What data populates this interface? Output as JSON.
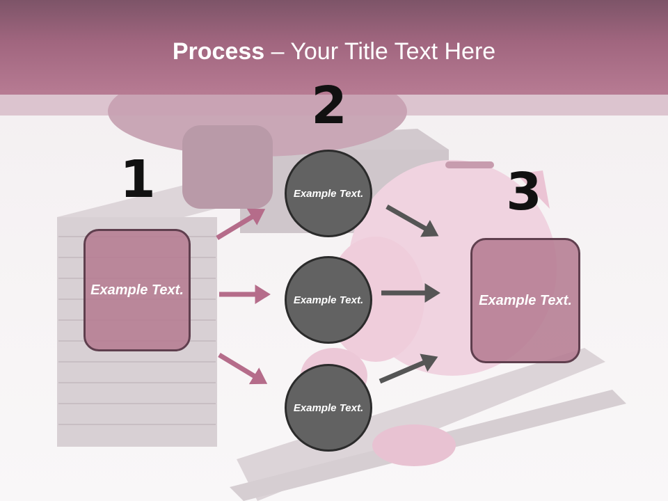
{
  "title": {
    "bold": "Process",
    "rest": " – Your Title Text Here"
  },
  "steps": [
    {
      "number": "1",
      "text": "Example Text."
    },
    {
      "number": "2",
      "items": [
        "Example Text.",
        "Example Text.",
        "Example Text."
      ]
    },
    {
      "number": "3",
      "text": "Example Text."
    }
  ],
  "colors": {
    "banner": "#a1667f",
    "box_fill": "#b57c92",
    "circle_fill": "#626262",
    "arrow_pink": "#b56c8a",
    "arrow_gray": "#555555"
  }
}
